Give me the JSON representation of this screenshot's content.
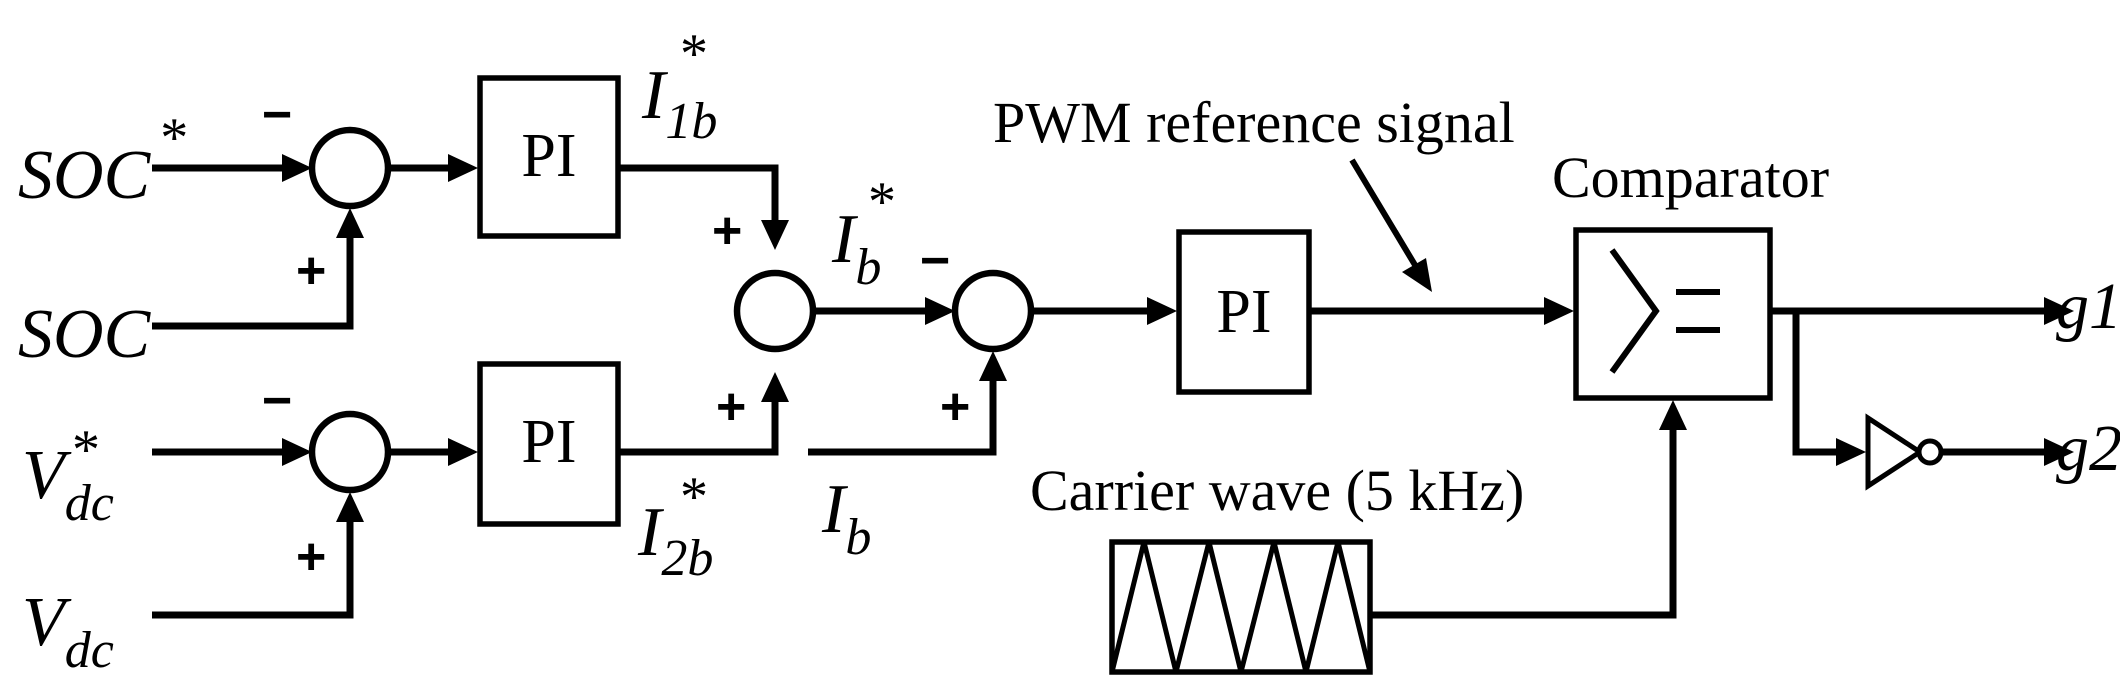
{
  "inputs": {
    "soc_ref": {
      "base": "SOC",
      "sup": "*"
    },
    "soc": {
      "base": "SOC"
    },
    "vdc_ref": {
      "base": "V",
      "sub": "dc",
      "sup": "*"
    },
    "vdc": {
      "base": "V",
      "sub": "dc"
    }
  },
  "blocks": {
    "pi_soc": "PI",
    "pi_vdc": "PI",
    "pi_current": "PI"
  },
  "signals": {
    "i1b_ref": {
      "base": "I",
      "sub": "1b",
      "sup": "*"
    },
    "i2b_ref": {
      "base": "I",
      "sub": "2b",
      "sup": "*"
    },
    "ib_ref": {
      "base": "I",
      "sub": "b",
      "sup": "*"
    },
    "ib": {
      "base": "I",
      "sub": "b"
    }
  },
  "signs": {
    "minus": "−",
    "plus": "+"
  },
  "annotations": {
    "pwm_reference": "PWM reference signal",
    "comparator": "Comparator",
    "carrier_wave": "Carrier wave (5 kHz)"
  },
  "outputs": {
    "g1": "g1",
    "g2": "g2"
  }
}
